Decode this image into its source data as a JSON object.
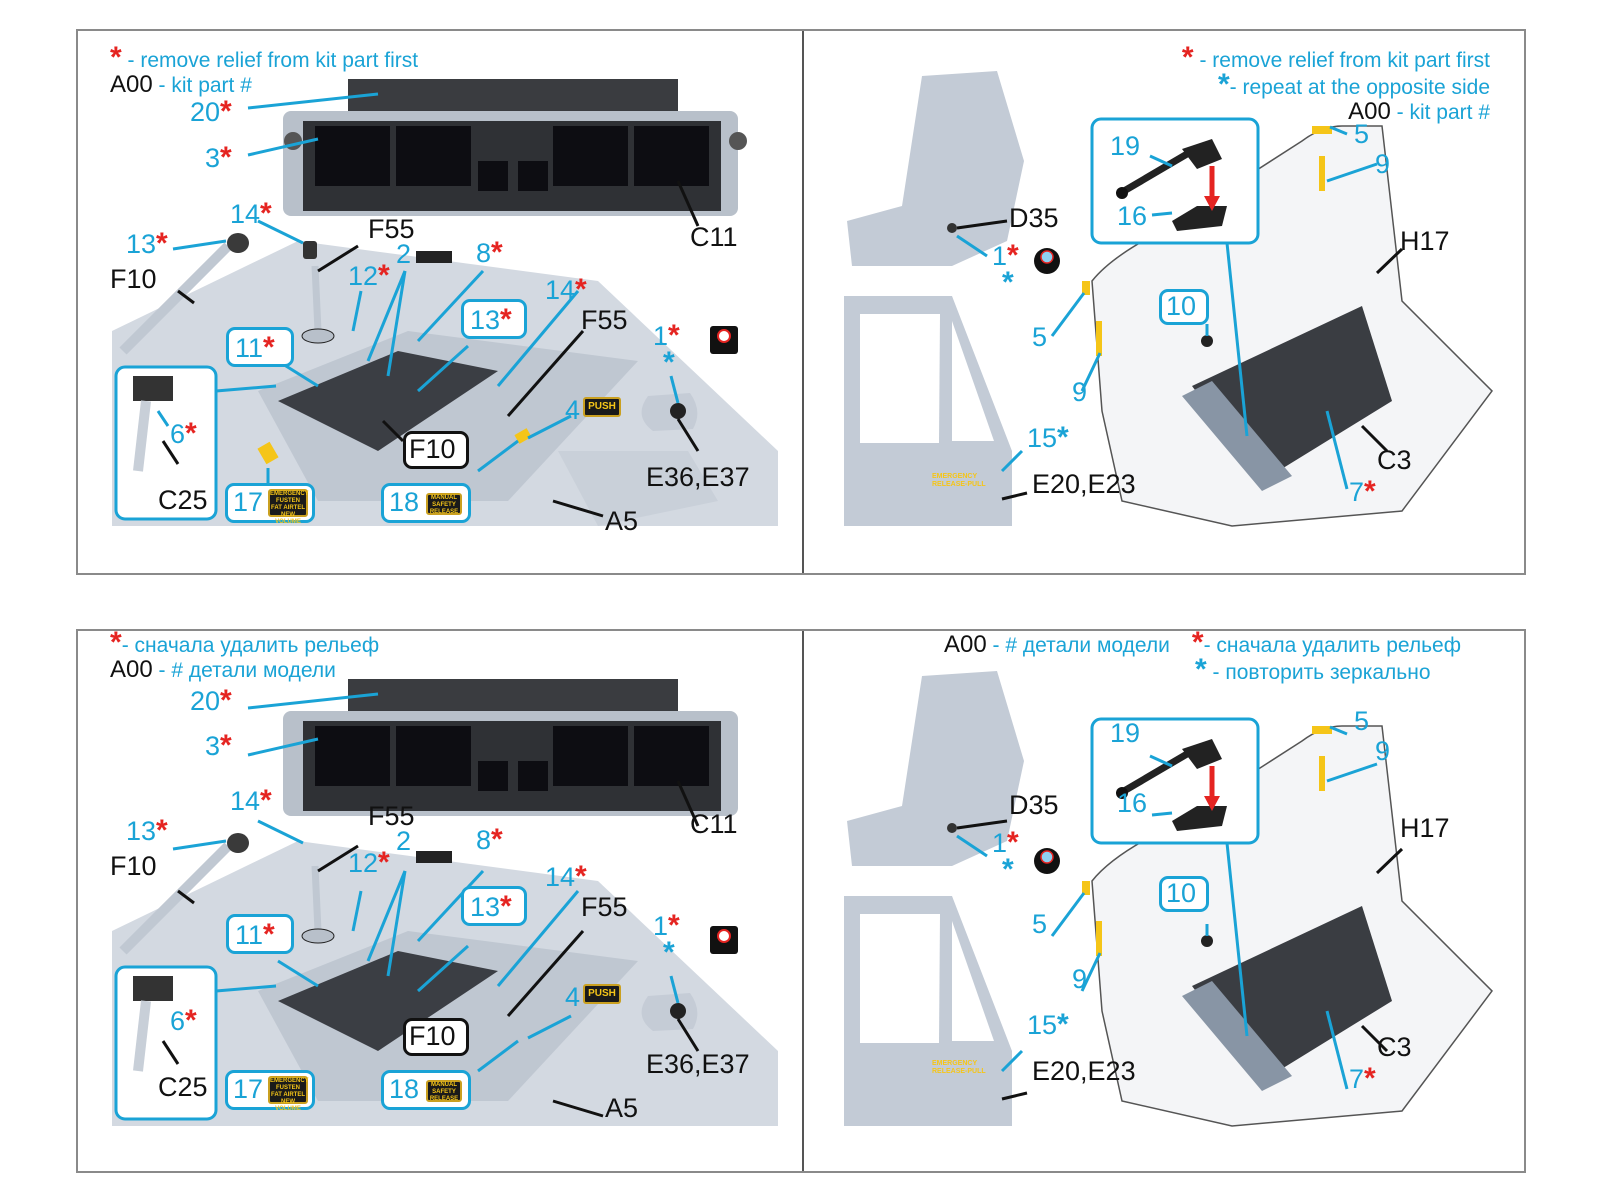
{
  "english": {
    "left_legend": {
      "star_symbol": "*",
      "star_text": " - remove relief from kit part first",
      "part_code": "A00",
      "part_text": " - kit part #"
    },
    "right_legend": {
      "star_symbol": "*",
      "red_text": " - remove relief from kit part first",
      "blue_star_symbol": "*",
      "blue_text": "- repeat at the opposite side",
      "part_code": "A00",
      "part_text": " - kit part #"
    }
  },
  "russian": {
    "left_legend": {
      "star_symbol": "*",
      "star_text": "- сначала удалить рельеф",
      "part_code": "A00",
      "part_text": " - # детали модели"
    },
    "right_legend": {
      "part_code": "A00",
      "part_text": " - # детали модели",
      "star_symbol": "*",
      "red_text": "- сначала удалить рельеф",
      "blue_star_symbol": "*",
      "blue_text": " - повторить зеркально"
    }
  },
  "left_callouts": {
    "n20": "20",
    "n3": "3",
    "n14a": "14",
    "n13a": "13",
    "n12": "12",
    "n2": "2",
    "n8": "8",
    "n11": "11",
    "n6": "6",
    "n13b": "13",
    "n14b": "14",
    "n1": "1",
    "n4": "4",
    "n17": "17",
    "n18": "18",
    "star": "*",
    "C11": "C11",
    "F55a": "F55",
    "F10a": "F10",
    "F55b": "F55",
    "F10b": "F10",
    "C25": "C25",
    "E36": "E36,E37",
    "A5": "A5",
    "push_sign": "PUSH",
    "sign17": "EMERGENCY FUSTEN FAT AIRTEL NEW VOLUME",
    "sign18": "MANUAL SAFETY RELEASE"
  },
  "right_callouts": {
    "n1": "1",
    "n19": "19",
    "n16": "16",
    "n5a": "5",
    "n9a": "9",
    "n5b": "5",
    "n9b": "9",
    "n10": "10",
    "n15": "15",
    "n7": "7",
    "star": "*",
    "D35": "D35",
    "H17": "H17",
    "C3": "C3",
    "E20": "E20,E23",
    "door_text": "EMERGENCY RELEASE-PULL"
  },
  "colors": {
    "blue": "#1aa3d6",
    "red": "#e52421",
    "part_grey": "#c3cbd6",
    "panel_dark": "#2a2c30",
    "decal_yellow": "#f5c518"
  }
}
